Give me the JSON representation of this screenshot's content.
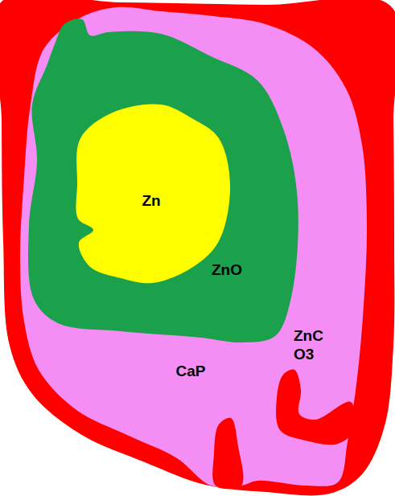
{
  "diagram": {
    "nodes": [
      {
        "text": [
          "ZnC O3"
        ]
      },
      {
        "text": [
          "CaP"
        ],
        "in": 0
      },
      {
        "text": [
          "ZnO"
        ],
        "in": 1
      },
      {
        "text": [
          "Zn"
        ],
        "in": 2
      }
    ]
  }
}
